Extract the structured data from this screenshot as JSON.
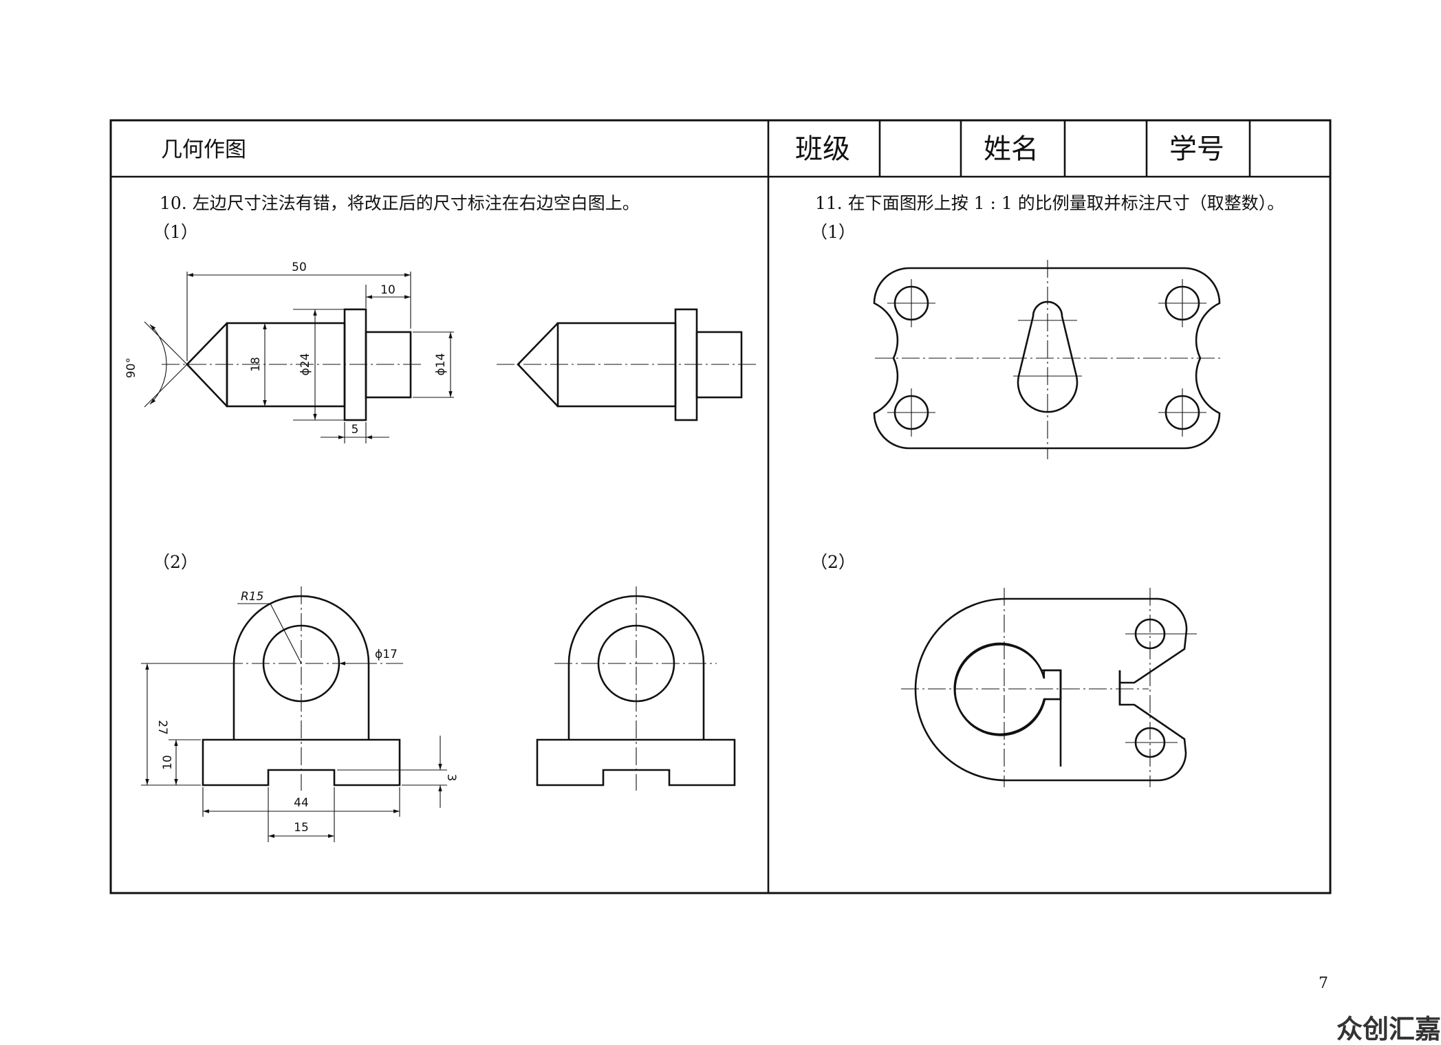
{
  "header": {
    "title": "几何作图",
    "class_label": "班级",
    "name_label": "姓名",
    "id_label": "学号"
  },
  "left_panel": {
    "question": "10. 左边尺寸注法有错，将改正后的尺寸标注在右边空白图上。",
    "sub1": "（1）",
    "sub2": "（2）",
    "dims1": {
      "d50": "50",
      "d10": "10",
      "d18": "18",
      "d24": "ϕ24",
      "d14": "ϕ14",
      "d5": "5",
      "angle": "90°"
    },
    "dims2": {
      "r15": "R15",
      "d17": "ϕ17",
      "d27": "27",
      "d10": "10",
      "d3": "3",
      "d44": "44",
      "d15": "15"
    }
  },
  "right_panel": {
    "question": "11. 在下面图形上按 1 : 1 的比例量取并标注尺寸（取整数）。",
    "sub1": "（1）",
    "sub2": "（2）"
  },
  "page_number": "7",
  "watermark": "众创汇嘉"
}
